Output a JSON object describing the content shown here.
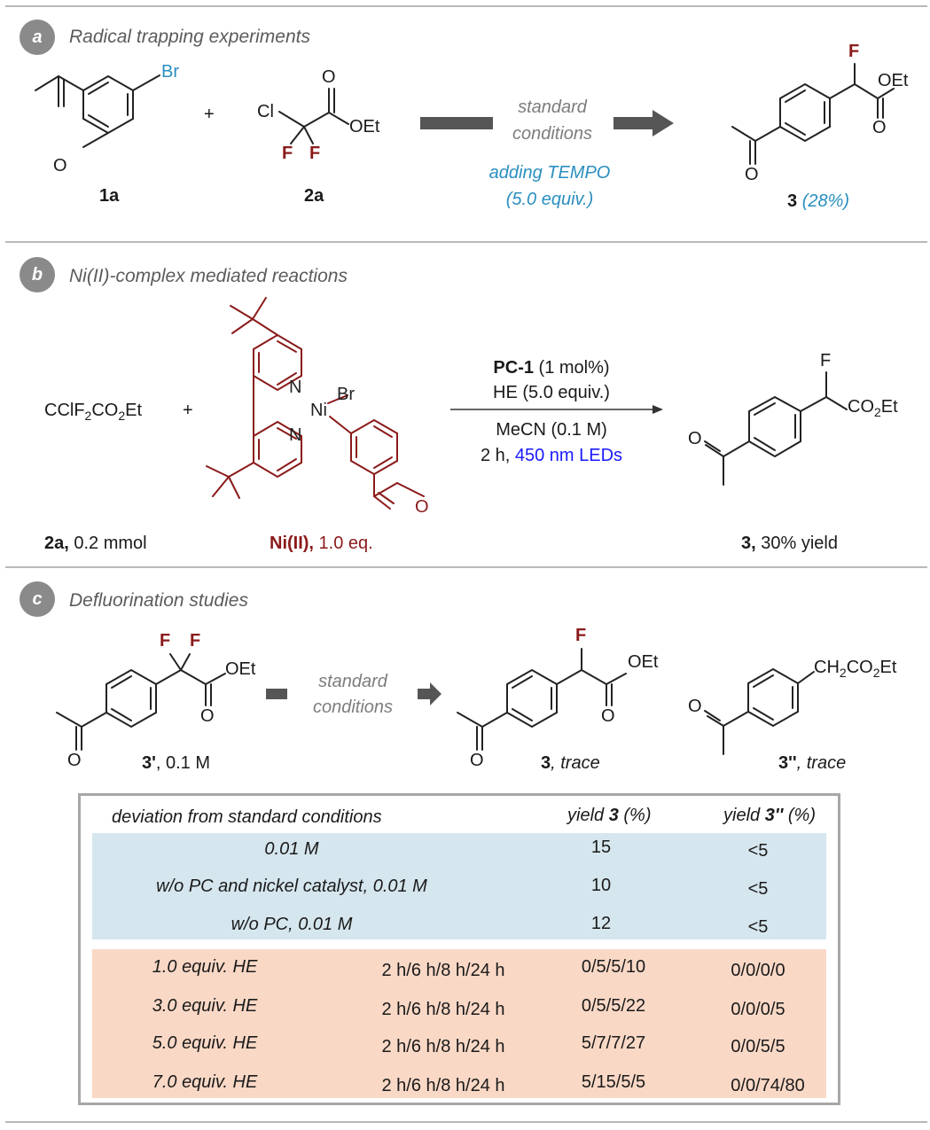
{
  "sections": {
    "a": {
      "badge": "a",
      "title": "Radical trapping experiments"
    },
    "b": {
      "badge": "b",
      "title": "Ni(II)-complex mediated reactions"
    },
    "c": {
      "badge": "c",
      "title": "Defluorination studies"
    }
  },
  "panel_a": {
    "plus": "+",
    "atoms": {
      "br": "Br",
      "o1": "O",
      "cl": "Cl",
      "o2": "O",
      "oet": "OEt",
      "f1": "F",
      "f2": "F",
      "prod_f": "F",
      "prod_oet": "OEt",
      "prod_o": "O",
      "prod_o2": "O"
    },
    "compound_1a": "1a",
    "compound_2a": "2a",
    "arrow_text_line1": "standard",
    "arrow_text_line2": "conditions",
    "additive_line1": "adding TEMPO",
    "additive_line2": "(5.0 equiv.)",
    "product_label": "3",
    "product_yield": "(28%)"
  },
  "panel_b": {
    "reagent_pre": "CClF",
    "reagent_sub1": "2",
    "reagent_mid": "CO",
    "reagent_sub2": "2",
    "reagent_post": "Et",
    "plus": "+",
    "atoms": {
      "n1": "N",
      "n2": "N",
      "ni": "Ni",
      "br": "Br",
      "o": "O",
      "prod_f": "F",
      "prod_co": "CO",
      "prod_sub": "2",
      "prod_et": "Et",
      "prod_o": "O"
    },
    "cond_pc_bold": "PC-1",
    "cond_pc_rest": " (1 mol%)",
    "cond_he": "HE (5.0 equiv.)",
    "cond_solvent": "MeCN (0.1 M)",
    "cond_time": "2 h, ",
    "cond_light": "450 nm LEDs",
    "label_2a_bold": "2a,",
    "label_2a_rest": " 0.2 mmol",
    "label_ni_bold": "Ni(II),",
    "label_ni_rest": " 1.0 eq.",
    "label_3_bold": "3,",
    "label_3_rest": " 30% yield"
  },
  "panel_c": {
    "atoms": {
      "f1": "F",
      "f2": "F",
      "oet": "OEt",
      "o1": "O",
      "o2": "O",
      "p_f": "F",
      "p_oet": "OEt",
      "p_o1": "O",
      "p_o2": "O",
      "q_ch": "CH",
      "q_sub1": "2",
      "q_co": "CO",
      "q_sub2": "2",
      "q_et": "Et",
      "q_o": "O"
    },
    "sm_bold": "3'",
    "sm_rest": ", 0.1 M",
    "arrow_text_line1": "standard",
    "arrow_text_line2": "conditions",
    "p3_bold": "3",
    "p3_rest": ", trace",
    "p3pp_bold": "3''",
    "p3pp_rest": ", trace"
  },
  "table": {
    "header_deviation": "deviation from standard conditions",
    "header_y3_pre": "yield ",
    "header_y3_bold": "3",
    "header_y3_post": " (%)",
    "header_y3pp_pre": "yield ",
    "header_y3pp_bold": "3''",
    "header_y3pp_post": " (%)",
    "blue_rows": [
      {
        "condition": "0.01 M",
        "y3": "15",
        "y3pp": "<5"
      },
      {
        "condition": "w/o PC and nickel catalyst, 0.01 M",
        "y3": "10",
        "y3pp": "<5"
      },
      {
        "condition": "w/o PC, 0.01 M",
        "y3": "12",
        "y3pp": "<5"
      }
    ],
    "orange_rows": [
      {
        "condition": "1.0 equiv. HE",
        "time": "2 h/6 h/8 h/24 h",
        "y3": "0/5/5/10",
        "y3pp": "0/0/0/0"
      },
      {
        "condition": "3.0 equiv. HE",
        "time": "2 h/6 h/8 h/24 h",
        "y3": "0/5/5/22",
        "y3pp": "0/0/0/5"
      },
      {
        "condition": "5.0 equiv. HE",
        "time": "2 h/6 h/8 h/24 h",
        "y3": "5/7/7/27",
        "y3pp": "0/0/5/5"
      },
      {
        "condition": "7.0 equiv. HE",
        "time": "2 h/6 h/8 h/24 h",
        "y3": "5/15/5/5",
        "y3pp": "0/0/74/80"
      }
    ]
  },
  "colors": {
    "badge": "#8a8a8a",
    "rule": "#b9b9b9",
    "teal_text": "#2a8fc0",
    "dark_red": "#8b1a1a",
    "blue_band": "#d5e6ee",
    "orange_band": "#f9d8c6",
    "arrow": "#555555",
    "led_blue": "#1a1aff"
  }
}
